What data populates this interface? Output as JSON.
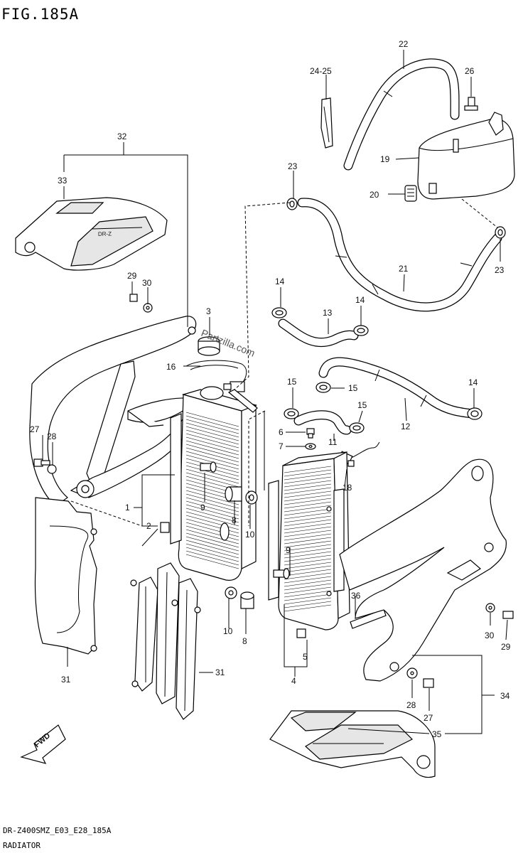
{
  "title": "FIG.185A",
  "watermark": "Partzilla.com",
  "footer": {
    "code": "DR-Z400SMZ_E03_E28_185A",
    "name": "RADIATOR"
  },
  "fwd_label": "FWD",
  "callouts": [
    "22",
    "24-25",
    "26",
    "32",
    "33",
    "23",
    "19",
    "20",
    "21",
    "23",
    "29",
    "30",
    "14",
    "3",
    "13",
    "14",
    "16",
    "15",
    "15",
    "12",
    "14",
    "27",
    "28",
    "6",
    "7",
    "15",
    "11",
    "1",
    "9",
    "18",
    "2",
    "10",
    "8",
    "9",
    "36",
    "31",
    "10",
    "8",
    "5",
    "30",
    "29",
    "4",
    "31",
    "34",
    "28",
    "27",
    "35"
  ]
}
